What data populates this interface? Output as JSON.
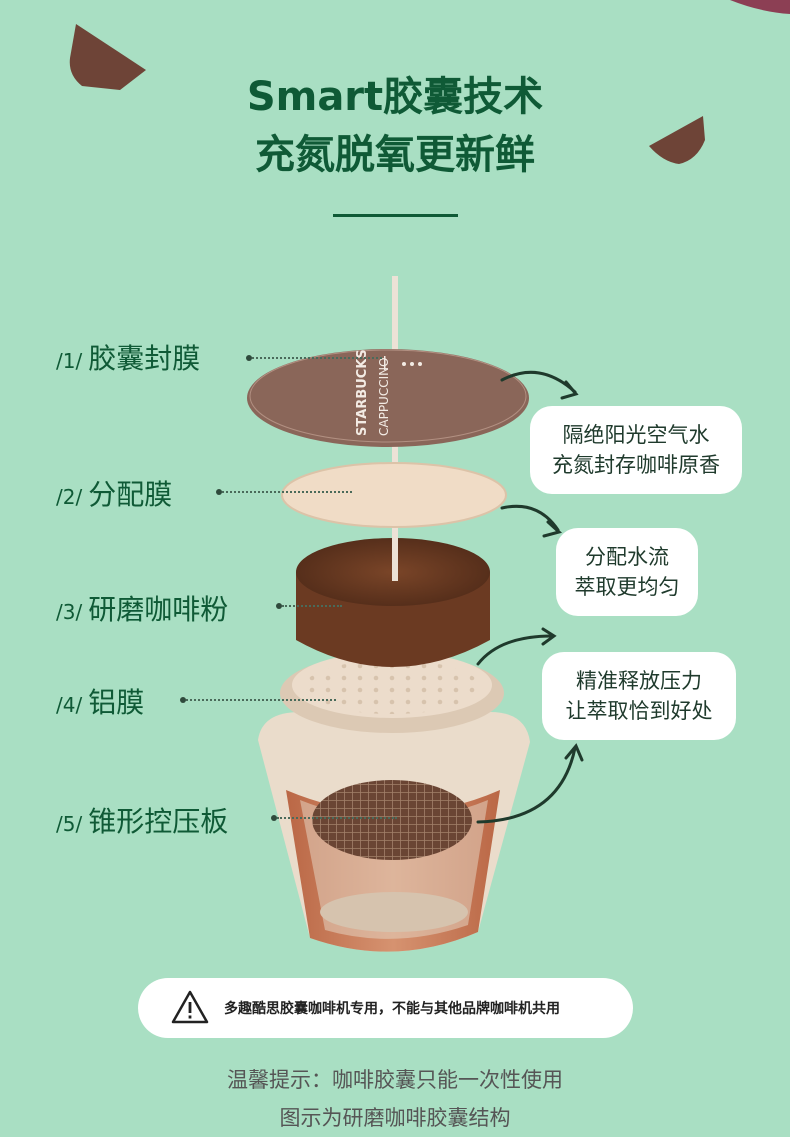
{
  "title": {
    "line1": "Smart胶囊技术",
    "line2": "充氮脱氧更新鲜"
  },
  "product_print": {
    "brand": "STARBUCKS",
    "product": "CAPPUCCINO"
  },
  "layers": [
    {
      "num": "/1/",
      "label": "胶囊封膜"
    },
    {
      "num": "/2/",
      "label": "分配膜"
    },
    {
      "num": "/3/",
      "label": "研磨咖啡粉"
    },
    {
      "num": "/4/",
      "label": "铝膜"
    },
    {
      "num": "/5/",
      "label": "锥形控压板"
    }
  ],
  "callouts": [
    {
      "line1": "隔绝阳光空气水",
      "line2": "充氮封存咖啡原香"
    },
    {
      "line1": "分配水流",
      "line2": "萃取更均匀"
    },
    {
      "line1": "精准释放压力",
      "line2": "让萃取恰到好处"
    }
  ],
  "notice": {
    "text": "多趣酷思胶囊咖啡机专用，不能与其他品牌咖啡机共用",
    "icon": "warning-icon"
  },
  "tips": {
    "line1": "温馨提示：咖啡胶囊只能一次性使用",
    "line2": "图示为研磨咖啡胶囊结构"
  },
  "colors": {
    "background": "#a9dfc3",
    "accent": "#0f5a36",
    "lid": "#8a6659",
    "coffee": "#6b3a22",
    "cup": "#c7714c"
  }
}
